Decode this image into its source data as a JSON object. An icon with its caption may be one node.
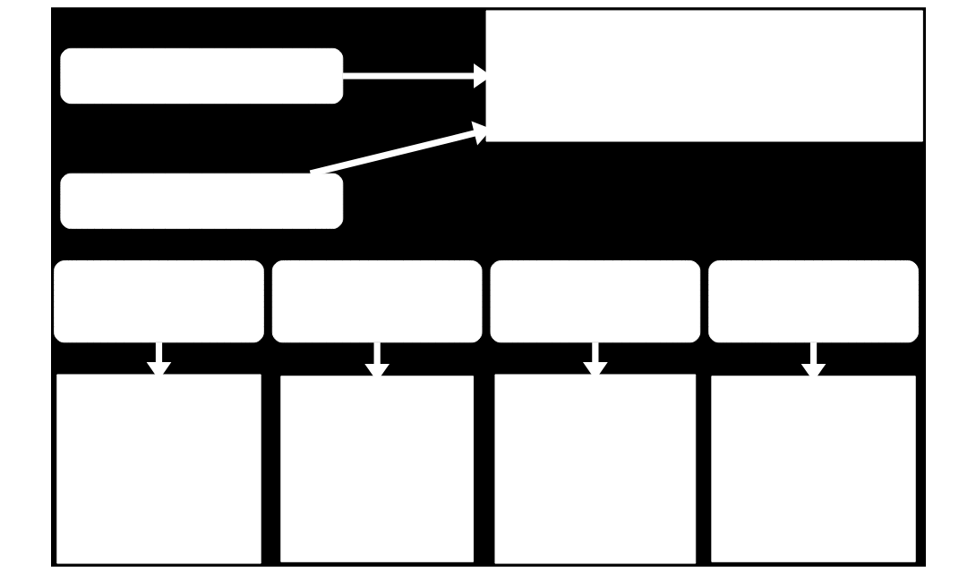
{
  "diagram": {
    "nodes": [
      {
        "text": [],
        "shape": "box"
      },
      {
        "text": [],
        "shape": "box"
      },
      {
        "text": [],
        "shape": "box"
      },
      {
        "text": [],
        "shape": "box"
      },
      {
        "text": [],
        "shape": "box"
      },
      {
        "text": [],
        "shape": "box"
      },
      {
        "text": [],
        "shape": "box"
      },
      {
        "text": [],
        "shape": "box"
      },
      {
        "text": [],
        "shape": "box"
      },
      {
        "text": [],
        "shape": "box"
      },
      {
        "text": [],
        "shape": "box"
      }
    ],
    "edges": [
      {
        "from": 0,
        "to": 2,
        "arrow": "to"
      },
      {
        "from": 1,
        "to": 2,
        "arrow": "to"
      },
      {
        "from": 3,
        "to": 7,
        "arrow": "to"
      },
      {
        "from": 4,
        "to": 8,
        "arrow": "to"
      },
      {
        "from": 5,
        "to": 9,
        "arrow": "to"
      },
      {
        "from": 6,
        "to": 10,
        "arrow": "to"
      }
    ]
  }
}
